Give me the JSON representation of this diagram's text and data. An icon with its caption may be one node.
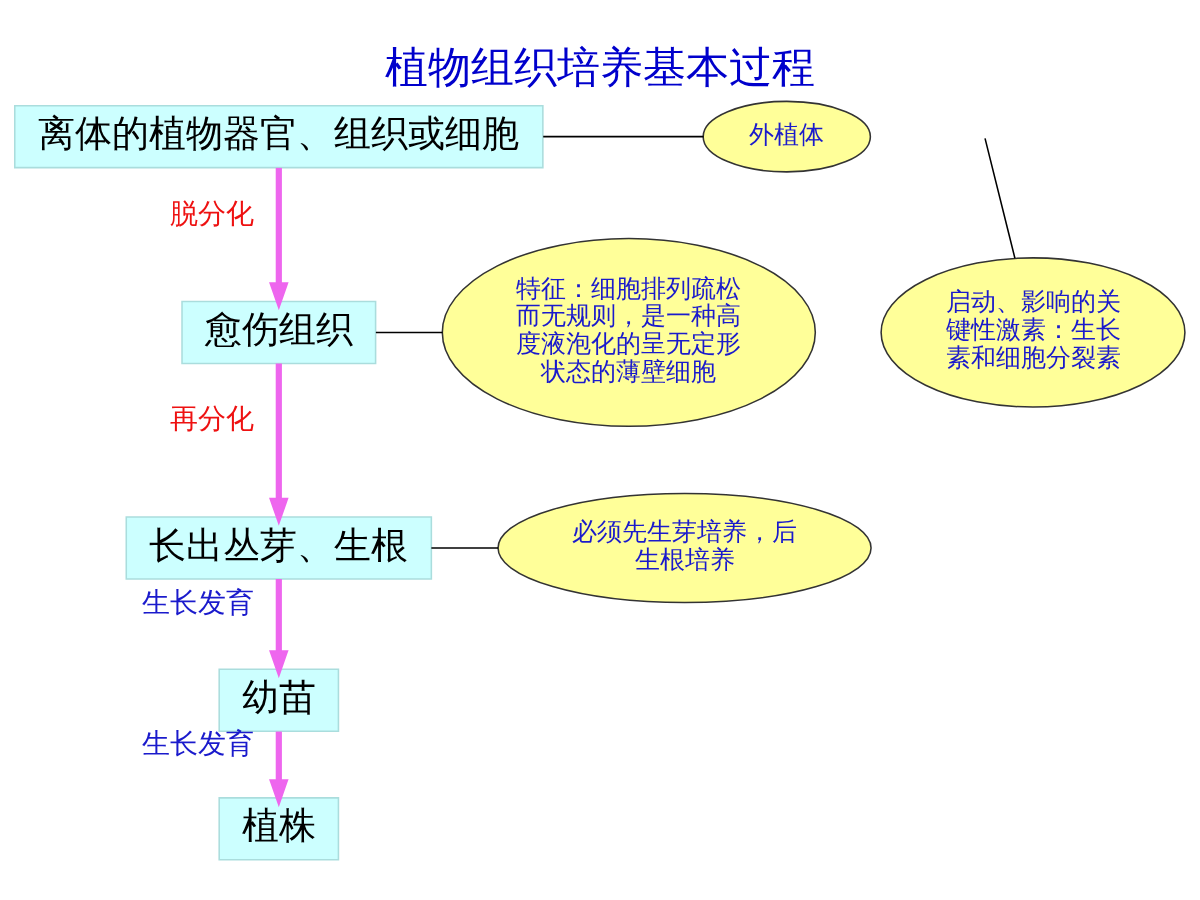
{
  "diagram": {
    "title": "植物组织培养基本过程",
    "nodes": [
      {
        "text": [
          "离体的植物器官、组织或细胞"
        ]
      },
      {
        "text": [
          "愈伤组织"
        ]
      },
      {
        "text": [
          "长出丛芽、生根"
        ]
      },
      {
        "text": [
          "幼苗"
        ]
      },
      {
        "text": [
          "植株"
        ]
      },
      {
        "text": [
          "外植体"
        ]
      },
      {
        "text": [
          "启动、影响的关键性激素：生长素和细胞分裂素"
        ]
      },
      {
        "text": [
          "特征：细胞排列疏松而无规则，是一种高度液泡化的呈无定形状态的薄壁细胞"
        ]
      },
      {
        "text": [
          "必须先生芽培养，后生根培养"
        ]
      }
    ],
    "edges": [
      {
        "from": 0,
        "to": 1,
        "arrow": "to",
        "label": "脱分化",
        "style": "thick"
      },
      {
        "from": 1,
        "to": 2,
        "arrow": "to",
        "label": "再分化",
        "style": "thick"
      },
      {
        "from": 2,
        "to": 3,
        "arrow": "to",
        "label": "生长发育",
        "style": "thick"
      },
      {
        "from": 3,
        "to": 4,
        "arrow": "to",
        "label": "生长发育",
        "style": "thick"
      },
      {
        "from": 5,
        "to": 0,
        "arrow": "none",
        "color": "#000000"
      },
      {
        "from": 6,
        "to": null,
        "arrow": "none",
        "color": "#000000"
      },
      {
        "from": 7,
        "to": 1,
        "arrow": "none",
        "color": "#000000"
      },
      {
        "from": 8,
        "to": 2,
        "arrow": "none",
        "color": "#000000"
      }
    ]
  }
}
